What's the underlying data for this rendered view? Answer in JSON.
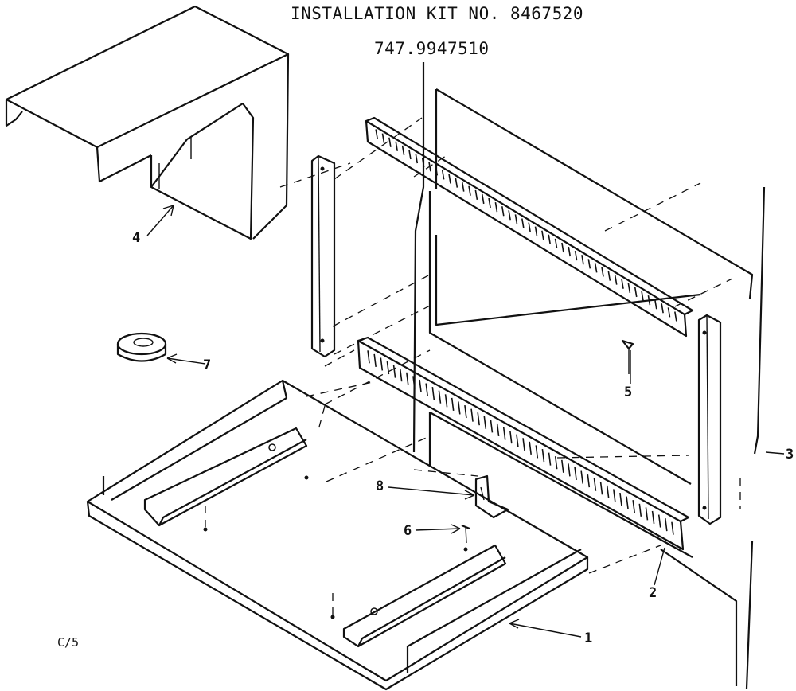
{
  "title": "INSTALLATION KIT NO. 8467520",
  "model": "747.9947510",
  "footer_code": "C/5",
  "callouts": {
    "c1": "1",
    "c2": "2",
    "c3": "3",
    "c4": "4",
    "c5": "5",
    "c6": "6",
    "c7": "7",
    "c8": "8"
  },
  "parts": [
    {
      "callout": "1",
      "icon": "base-tray"
    },
    {
      "callout": "2",
      "icon": "slotted-rail"
    },
    {
      "callout": "3",
      "icon": "side-bracket"
    },
    {
      "callout": "4",
      "icon": "top-hood"
    },
    {
      "callout": "5",
      "icon": "screw"
    },
    {
      "callout": "6",
      "icon": "screw"
    },
    {
      "callout": "7",
      "icon": "grommet"
    },
    {
      "callout": "8",
      "icon": "clip"
    }
  ]
}
